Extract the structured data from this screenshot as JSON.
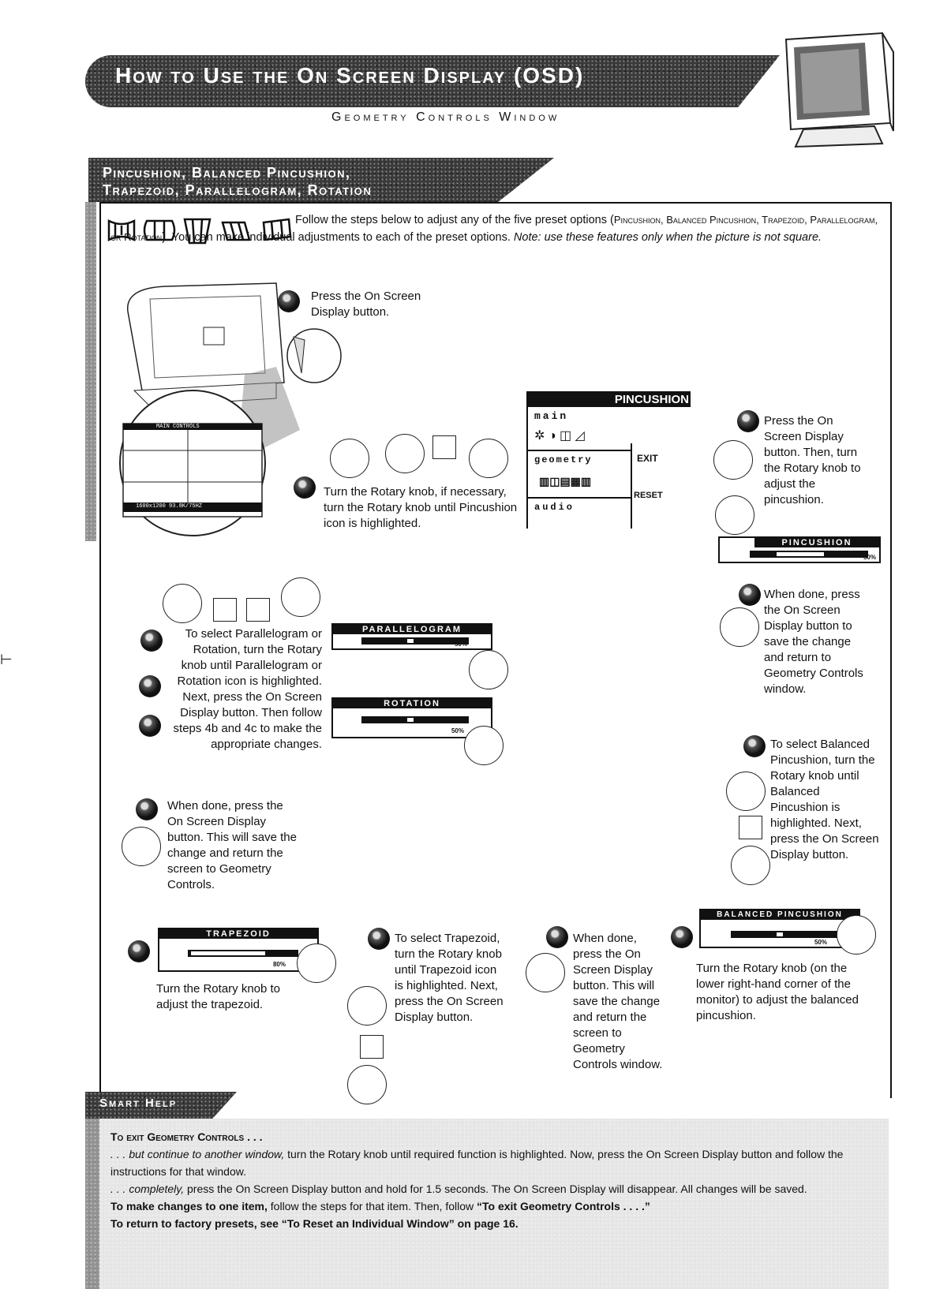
{
  "header": {
    "title": "How to Use the On Screen Display (OSD)",
    "subtitle": "Geometry Controls Window"
  },
  "section": {
    "title_line1": "Pincushion, Balanced Pincushion,",
    "title_line2": "Trapezoid, Parallelogram, Rotation"
  },
  "intro": {
    "text": "Follow the steps below to adjust any of the five preset options (",
    "options": "Pincushion, Balanced Pincushion, Trapezoid, Parallelogram, or Rotation",
    "text2": "). You can make individual adjustments to each of the preset options. ",
    "note": "Note: use these features only when the picture is not square."
  },
  "steps": {
    "s1": "Press the On Screen Display button.",
    "s2": "Turn the Rotary knob, if necessary, turn the Rotary knob until Pincushion icon is highlighted.",
    "s3": "Press the On Screen Display button. Then, turn the Rotary knob to adjust the pincushion.",
    "s4": "When done, press the On Screen Display button to save the change and return to Geometry Controls window.",
    "s5": "To select Balanced Pincushion, turn the Rotary knob until Balanced Pincushion is highlighted. Next, press the On Screen Display button.",
    "s6": "Turn the Rotary knob (on the lower right-hand corner of the monitor) to adjust the balanced pincushion.",
    "s7": "When done, press the On Screen Display button. This will save the change and return the screen to Geometry Controls.",
    "s8": "To select Trapezoid, turn the Rotary knob until Trapezoid icon is highlighted. Next, press the On Screen Display button.",
    "s9": "Turn the Rotary knob to adjust the trapezoid.",
    "s10": "When done, press the On Screen Display button. This will save the change and return the screen to Geometry Controls window.",
    "s11": "To select Parallelogram or Rotation, turn the Rotary knob until Parallelogram or Rotation icon is highlighted. Next, press the On Screen Display button. Then follow steps 4b and 4c to make the appropriate changes."
  },
  "osd": {
    "pincushion_header": "PINCUSHION",
    "main": "main",
    "geometry": "geometry",
    "audio": "audio",
    "exit": "EXIT",
    "reset": "RESET",
    "pincushion": "PINCUSHION",
    "parallelogram": "PARALLELOGRAM",
    "rotation": "ROTATION",
    "trapezoid": "TRAPEZOID",
    "balanced": "BALANCED PINCUSHION",
    "pct50": "50%",
    "pct80": "80%",
    "main_controls": "MAIN CONTROLS",
    "resolution": "1600x1200 93.8K/75HZ"
  },
  "smart_help": {
    "title": "Smart Help",
    "l1": "To exit Geometry Controls . . .",
    "l2a": ". . . but continue to another window,",
    "l2b": " turn the Rotary knob until required function is highlighted. Now, press the On Screen Display button and follow the instructions for that window.",
    "l3a": ". . . completely,",
    "l3b": " press the On Screen Display button and hold for 1.5 seconds. The On Screen Display will disappear. All changes will be saved.",
    "l4a": "To make changes to one item,",
    "l4b": " follow the steps for that item. Then, follow ",
    "l4c": "“To exit Geometry Controls . . . .”",
    "l5": "To return to factory presets, see “To Reset an Individual Window” on page 16."
  }
}
